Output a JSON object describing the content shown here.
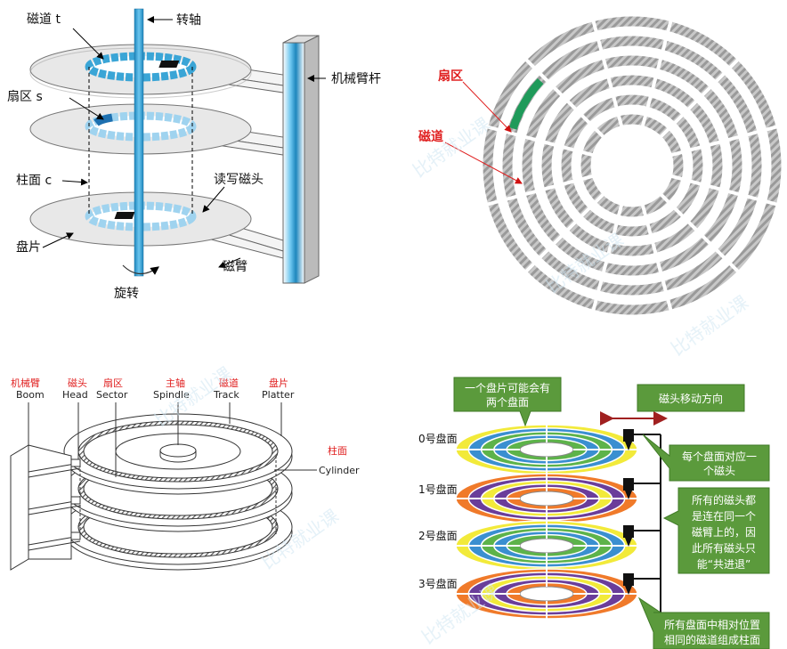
{
  "p1": {
    "track_t": "磁道 t",
    "spindle": "转轴",
    "arm": "机械臂杆",
    "sector_s": "扇区 s",
    "cylinder_c": "柱面 c",
    "rw_head": "读写磁头",
    "platter": "盘片",
    "disk_arm": "磁臂",
    "rotate": "旋转"
  },
  "p2": {
    "sector": "扇区",
    "track": "磁道"
  },
  "p3": {
    "boom_cn": "机械臂",
    "boom_en": "Boom",
    "head_cn": "磁头",
    "head_en": "Head",
    "sector_cn": "扇区",
    "sector_en": "Sector",
    "spindle_cn": "主轴",
    "spindle_en": "Spindle",
    "track_cn": "磁道",
    "track_en": "Track",
    "platter_cn": "盘片",
    "platter_en": "Platter",
    "cylinder_cn": "柱面",
    "cylinder_en": "Cylinder"
  },
  "p4": {
    "callout_two_sides_1": "一个盘片可能会有",
    "callout_two_sides_2": "两个盘面",
    "callout_move": "磁头移动方向",
    "surface0": "0号盘面",
    "surface1": "1号盘面",
    "surface2": "2号盘面",
    "surface3": "3号盘面",
    "callout_one_head_1": "每个盘面对应一",
    "callout_one_head_2": "个磁头",
    "callout_arm_1": "所有的磁头都",
    "callout_arm_2": "是连在同一个",
    "callout_arm_3": "磁臂上的，因",
    "callout_arm_4": "此所有磁头只",
    "callout_arm_5": "能“共进退”",
    "callout_cyl_1": "所有盘面中相对位置",
    "callout_cyl_2": "相同的磁道组成柱面"
  },
  "colors": {
    "spindle_blue": "#3aa5d6",
    "label_red": "#e02020",
    "sector_green": "#1f9a5a",
    "callout_green": "#5b9a3c",
    "ring_yellow": "#f2ea3a",
    "ring_blue": "#3a8fd0",
    "ring_green": "#5db34a",
    "ring_orange": "#f07a2a",
    "ring_purple": "#6a3d9a",
    "arrow_red": "#b02020"
  },
  "watermark": "比特就业课"
}
